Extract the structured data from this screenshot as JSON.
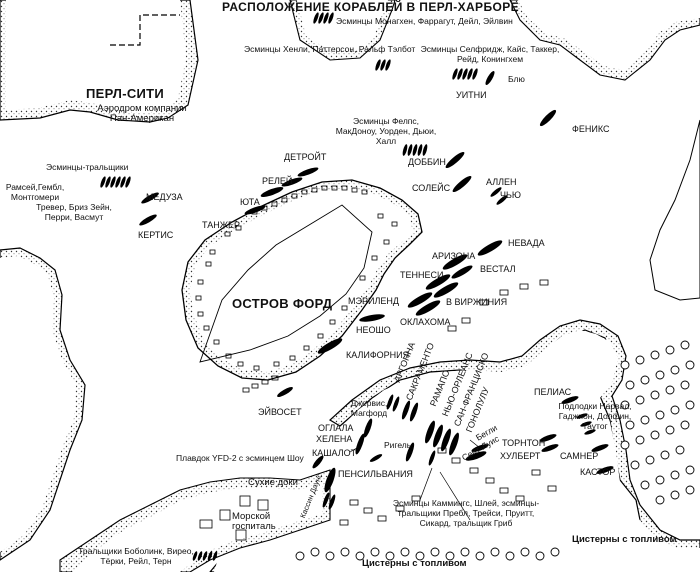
{
  "title": "РАСПОЛОЖЕНИЕ КОРАБЛЕЙ В ПЕРЛ-ХАРБОРЕ",
  "places": {
    "pearl_city": "ПЕРЛ-СИТИ",
    "airfield": "Аэродром компании Пан-Американ",
    "ford_island": "ОСТРОВ ФОРД",
    "dry_docks": "Сухие доки",
    "naval_hospital": "Морской госпиталь",
    "fuel_tanks_1": "Цистерны с топливом",
    "fuel_tanks_2": "Цистерны с топливом"
  },
  "labels": {
    "monaghan_group": "Эсминцы Монагхен, Фаррагут, Дейл, Эйлвин",
    "henley_group": "Эсминцы Хенли, Паттерсон, Ральф Тэлбот",
    "selfridge_group": "Эсминцы Селфридж, Кайс, Таккер, Рейд, Конингхем",
    "blue": "Блю",
    "whitney": "УИТНИ",
    "phoenix": "ФЕНИКС",
    "phelps_group": "Эсминцы Фелпс, МакДоноу, Уорден, Дьюи, Халл",
    "dobbin": "ДОББИН",
    "minesweepers": "Эсминцы-тральщики",
    "ramsay_group": "Рамсей,Гембл, Монтгомери",
    "trever_group": "Тревер, Бриз Зейн, Перри, Васмут",
    "medusa": "МЕДУЗА",
    "curtiss": "КЕРТИС",
    "detroit": "ДЕТРОЙТ",
    "raleigh": "РЕЛЕЙ",
    "utah": "ЮТА",
    "tangier": "ТАНЖЕР",
    "solace": "СОЛЕЙС",
    "allen": "АЛЛЕН",
    "chew": "ЧЬЮ",
    "arizona": "АРИЗОНА",
    "nevada": "НЕВАДА",
    "tennessee": "ТЕННЕСИ",
    "vestal": "ВЕСТАЛ",
    "maryland": "МЭРИЛЕНД",
    "west_virginia": "В ВИРЖИНИЯ",
    "oklahoma": "ОКЛАХОМА",
    "neosho": "НЕОШО",
    "california": "КАЛИФОРНИЯ",
    "avocet": "ЭЙВОСЕТ",
    "jarvis_mugford": "Джервис, Магфорд",
    "oglala": "ОГЛАЛА",
    "helena": "ХЕЛЕНА",
    "argonne": "АРГОННА",
    "sacramento": "САКРАМЕНТО",
    "ramapo": "РАМАПО",
    "new_orleans": "НЬЮ-ОРЛЕАНС",
    "san_francisco": "САН-ФРАНЦИСКО",
    "honolulu": "ГОНОЛУЛУ",
    "rigel": "Ригель",
    "cummings_group": "Эсминцы Каммингс, Шлей, эсминцы-тральщики Пребл, Трейси, Пруитт, Сикард, тральщик Гриб",
    "pelias": "ПЕЛИАС",
    "submarines": "Подлодки Нарвал, Гаджион, Долфин, Таутог",
    "thornton": "ТОРНТОН",
    "hulbert": "ХУЛБЕРТ",
    "sumner": "САМНЕР",
    "castor": "КАСТОР",
    "shaw_dock": "Плавдок YFD-2 с эсминцем Шоу",
    "cachalot": "КАШАЛОТ",
    "pennsylvania": "ПЕНСИЛЬВАНИЯ",
    "cassin_downes": "Кассин Даунс",
    "bobolink_group": "Тральщики Боболинк, Вирео, Тёрки, Рейл, Терн",
    "bagley": "Бегли",
    "saint_louis": "Сент-Луис"
  }
}
